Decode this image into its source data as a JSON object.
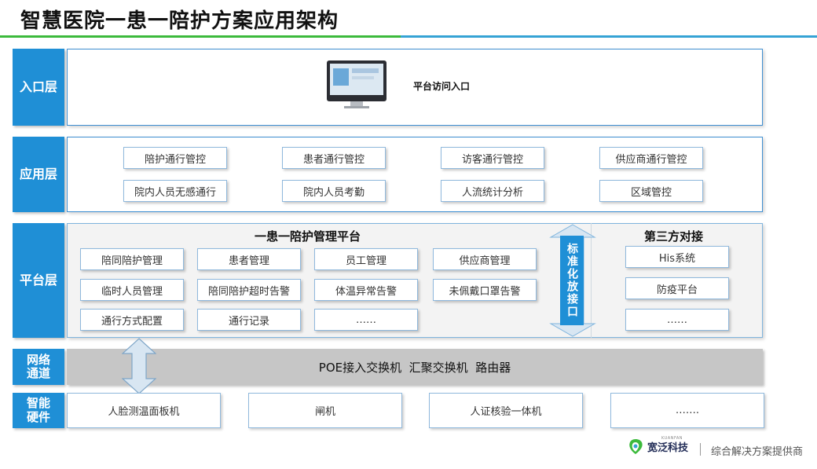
{
  "title": "智慧医院一患一陪护方案应用架构",
  "layers": {
    "entry": "入口层",
    "app": "应用层",
    "platform": "平台层",
    "network": "网络\n通道",
    "hardware": "智能\n硬件"
  },
  "entry": {
    "label": "平台访问入口"
  },
  "app_items": [
    "陪护通行管控",
    "患者通行管控",
    "访客通行管控",
    "供应商通行管控",
    "院内人员无感通行",
    "院内人员考勤",
    "人流统计分析",
    "区域管控"
  ],
  "platform": {
    "title": "一患一陪护管理平台",
    "items": [
      "陪同陪护管理",
      "患者管理",
      "员工管理",
      "供应商管理",
      "临时人员管理",
      "陪同陪护超时告警",
      "体温异常告警",
      "未佩戴口罩告警",
      "通行方式配置",
      "通行记录",
      "……"
    ],
    "standard_interface": "标准化放接口",
    "third_party_title": "第三方对接",
    "third_party_items": [
      "His系统",
      "防疫平台",
      "……"
    ]
  },
  "network": {
    "label": "POE接入交换机  汇聚交换机  路由器"
  },
  "hardware_items": [
    "人脸测温面板机",
    "闸机",
    "人证核验一体机",
    "……."
  ],
  "footer": {
    "brand": "宽泛科技",
    "brand_small": "KUANFAN",
    "slogan": "综合解决方案提供商"
  },
  "colors": {
    "primary_blue": "#1f8fd6",
    "green": "#3cba3c",
    "network_gray": "#c6c6c6"
  }
}
